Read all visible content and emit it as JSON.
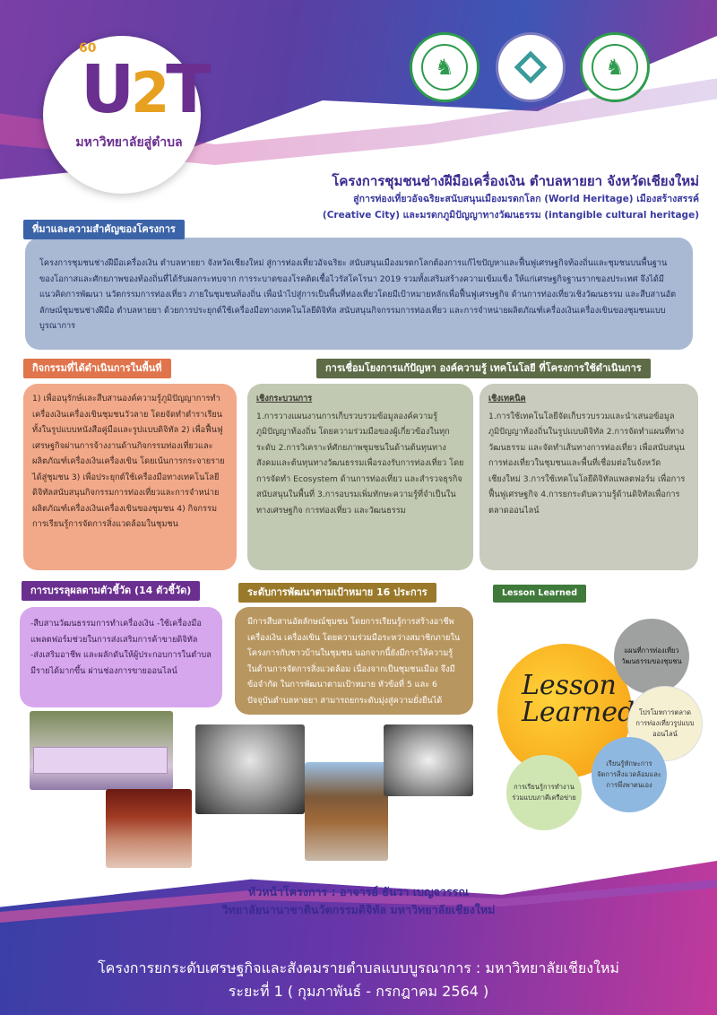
{
  "logo": {
    "small": "60",
    "main_u": "U",
    "main_2": "2",
    "main_t": "T",
    "subtitle": "มหาวิทยาลัยสู่ตำบล"
  },
  "title": {
    "main": "โครงการชุมชนช่างฝีมือเครื่องเงิน ตำบลหายยา จังหวัดเชียงใหม่",
    "sub1": "สู่การท่องเที่ยวอัจฉริยะสนับสนุนเมืองมรดกโลก (World Heritage) เมืองสร้างสรรค์",
    "sub2": "(Creative City) และมรดกภูมิปัญญาทางวัฒนธรรม (intangible cultural heritage)"
  },
  "origin": {
    "label": "ที่มาและความสำคัญของโครงการ",
    "text": "โครงการชุมชนช่างฝีมือเครื่องเงิน ตำบลหายยา จังหวัดเชียงใหม่ สู่การท่องเที่ยวอัจฉริยะ สนับสนุนเมืองมรดกโลกต้องการแก้ไขปัญหาและฟื้นฟูเศรษฐกิจท้องถิ่นและชุมชนบนพื้นฐานของโอกาสและศักยภาพของท้องถิ่นที่ได้รับผลกระทบจาก การระบาดของโรคติดเชื้อไวรัสโคโรนา 2019 รวมทั้งเสริมสร้างความเข้มแข็ง ให้แก่เศรษฐกิจฐานรากของประเทศ จึงได้มีแนวคิดการพัฒนา นวัตกรรมการท่องเที่ยว ภายในชุมชนท้องถิ่น เพื่อนำไปสู่การเป็นพื้นที่ท่องเที่ยวโดยมีเป้าหมายหลักเพื่อฟื้นฟูเศรษฐกิจ ด้านการท่องเที่ยวเชิงวัฒนธรรม และสืบสานอัตลักษณ์ชุมชนช่างฝีมือ ตำบลหายยา ด้วยการประยุกต์ใช้เครื่องมือทางเทคโนโลยีดิจิทัล สนับสนุนกิจกรรมการท่องเที่ยว และการจำหน่ายผลิตภัณฑ์เครื่องเงินเครื่องเขินของชุมชนแบบบูรณาการ"
  },
  "activities": {
    "label": "กิจกรรมที่ได้ดำเนินการในพื้นที่",
    "text": "1) เพื่ออนุรักษ์และสืบสานองค์ความรู้ภูมิปัญญาการทำเครื่องเงินเครื่องเขินชุมชนวัวลาย โดยจัดทำตำราเรียนทั้งในรูปแบบหนังสือคู่มือและรูปแบบดิจิทัล 2) เพื่อฟื้นฟูเศรษฐกิจผ่านการจ้างงานด้านกิจกรรมท่องเที่ยวและผลิตภัณฑ์เครื่องเงินเครื่องเขิน โดยเน้นการกระจายรายได้สู่ชุมชน 3) เพื่อประยุกต์ใช้เครื่องมือทางเทคโนโลยีดิจิทัลสนับสนุนกิจกรรมการท่องเที่ยวและการจำหน่ายผลิตภัณฑ์เครื่องเงินเครื่องเขินของชุมชน 4) กิจกรรมการเรียนรู้การจัดการสิ่งแวดล้อมในชุมชน"
  },
  "linkage": {
    "label": "การเชื่อมโยงการแก้ปัญหา องค์ความรู้ เทคโนโลยี ที่โครงการใช้ดำเนินการ",
    "process_head": "เชิงกระบวนการ",
    "process_text": "1.การวางแผนงานการเก็บรวบรวมข้อมูลองค์ความรู้ภูมิปัญญาท้องถิ่น โดยความร่วมมือของผู้เกี่ยวข้องในทุกระดับ 2.การวิเคราะห์ศักยภาพชุมชนในด้านต้นทุนทางสังคมและต้นทุนทางวัฒนธรรมเพื่อรองรับการท่องเที่ยว โดยการจัดทำ Ecosystem ด้านการท่องเที่ยว และสำรวจธุรกิจสนับสนุนในพื้นที่ 3.การอบรมเพิ่มทักษะความรู้ที่จำเป็นในทางเศรษฐกิจ การท่องเที่ยว และวัฒนธรรม",
    "tech_head": "เชิงเทคนิค",
    "tech_text": "1.การใช้เทคโนโลยีจัดเก็บรวบรวมและนำเสนอข้อมูลภูมิปัญญาท้องถิ่นในรูปแบบดิจิทัล 2.การจัดทำแผนที่ทางวัฒนธรรม และจัดทำเส้นทางการท่องเที่ยว เพื่อสนับสนุนการท่องเที่ยวในชุมชนและพื้นที่เชื่อมต่อในจังหวัดเชียงใหม่ 3.การใช้เทคโนโลยีดิจิทัลแพลตฟอร์ม เพื่อการฟื้นฟูเศรษฐกิจ 4.การยกระดับความรู้ด้านดิจิทัลเพื่อการตลาดออนไลน์"
  },
  "indicators": {
    "label": "การบรรลุผลตามตัวชี้วัด (14 ตัวชี้วัด)",
    "text": "-สืบสานวัฒนธรรมการทำเครื่องเงิน -ใช้เครื่องมือแพลตฟอร์มช่วยในการส่งเสริมการค้าขายดิจิทัล -ส่งเสริมอาชีพ และผลักดันให้ผู้ประกอบการในตำบลมีรายได้มากขึ้น ผ่านช่องการขายออนไลน์"
  },
  "level": {
    "label": "ระดับการพัฒนาตามเป้าหมาย 16 ประการ",
    "text": "มีการสืบสานอัตลักษณ์ชุมชน โดยการเรียนรู้การสร้างอาชีพเครื่องเงิน เครื่องเขิน โดยความร่วมมือระหว่างสมาชิกภายในโครงการกับชาวบ้านในชุมชน นอกจากนี้ยังมีการให้ความรู้ในด้านการจัดการสิ่งแวดล้อม เนื่องจากเป็นชุมชนเมือง จึงมีข้อจำกัด ในการพัฒนาตามเป้าหมาย หัวข้อที่ 5 และ 6 ปัจจุบันตำบลหายยา สามารถยกระดับมุ่งสู่ความยั่งยืนได้"
  },
  "lesson": {
    "label": "Lesson Learned",
    "big_line1": "Lesson",
    "big_line2": "Learned",
    "c1": "แผนที่การท่องเที่ยววัฒนธรรมของชุมชน",
    "c2": "โปรโมทการตลาดการท่องเที่ยวรูปแบบออนไลน์",
    "c3": "เรียนรู้ทักษะการจัดการสิ่งแวดล้อมและการพึ่งพาตนเอง",
    "c4": "การเรียนรู้การทำงานร่วมแบบภาคีเครือข่าย"
  },
  "head": {
    "line1": "หัวหน้าโครงการ : อาจารย์ ธันวา เบญจวรรณ",
    "line2": "วิทยาลัยนานาชาตินวัตกรรมดิจิทัล มหาวิทยาลัยเชียงใหม่"
  },
  "footer": {
    "line1": "โครงการยกระดับเศรษฐกิจและสังคมรายตำบลแบบบูรณาการ : มหาวิทยาลัยเชียงใหม่",
    "line2": "ระยะที่ 1 ( กุมภาพันธ์ - กรกฎาคม 2564 )"
  }
}
